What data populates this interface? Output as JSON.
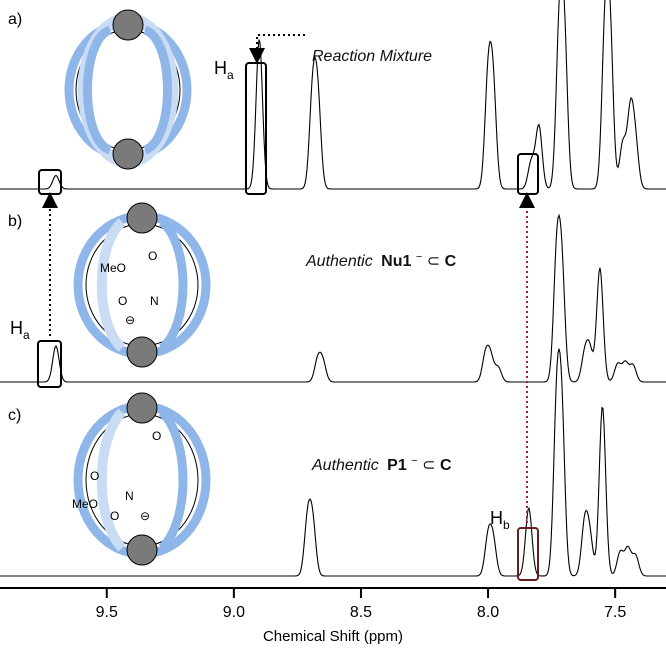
{
  "chart_data": {
    "type": "line",
    "xlabel": "Chemical Shift (ppm)",
    "xlim": [
      9.92,
      7.3
    ],
    "x_reversed": true,
    "xticks": [
      "9.5",
      "9.0",
      "8.5",
      "8.0",
      "7.5"
    ],
    "xtick_values": [
      9.5,
      9.0,
      8.5,
      8.0,
      7.5
    ],
    "panels": [
      {
        "panel_label": "a)",
        "title": "Reaction Mixture",
        "peaks": [
          {
            "ppm": 9.7,
            "height": 0.09
          },
          {
            "ppm": 8.9,
            "height": 1.0
          },
          {
            "ppm": 8.69,
            "height": 0.62
          },
          {
            "ppm": 8.67,
            "height": 0.58
          },
          {
            "ppm": 8.0,
            "height": 0.7
          },
          {
            "ppm": 7.98,
            "height": 0.65
          },
          {
            "ppm": 7.83,
            "height": 0.18
          },
          {
            "ppm": 7.8,
            "height": 0.42
          },
          {
            "ppm": 7.72,
            "height": 1.0
          },
          {
            "ppm": 7.7,
            "height": 0.96
          },
          {
            "ppm": 7.54,
            "height": 1.0
          },
          {
            "ppm": 7.52,
            "height": 0.98
          },
          {
            "ppm": 7.47,
            "height": 0.3
          },
          {
            "ppm": 7.44,
            "height": 0.5
          },
          {
            "ppm": 7.42,
            "height": 0.28
          }
        ]
      },
      {
        "panel_label": "b)",
        "title_prefix": "Authentic",
        "title_bold": "Nu1",
        "title_sup": "−",
        "title_mid": "⊂",
        "title_end": "C",
        "peaks": [
          {
            "ppm": 9.7,
            "height": 0.3
          },
          {
            "ppm": 8.67,
            "height": 0.18
          },
          {
            "ppm": 8.65,
            "height": 0.16
          },
          {
            "ppm": 8.01,
            "height": 0.22
          },
          {
            "ppm": 7.99,
            "height": 0.2
          },
          {
            "ppm": 7.96,
            "height": 0.12
          },
          {
            "ppm": 7.73,
            "height": 1.0
          },
          {
            "ppm": 7.71,
            "height": 0.9
          },
          {
            "ppm": 7.62,
            "height": 0.22
          },
          {
            "ppm": 7.6,
            "height": 0.26
          },
          {
            "ppm": 7.56,
            "height": 0.95
          },
          {
            "ppm": 7.49,
            "height": 0.15
          },
          {
            "ppm": 7.46,
            "height": 0.16
          },
          {
            "ppm": 7.43,
            "height": 0.14
          }
        ]
      },
      {
        "panel_label": "c)",
        "title_prefix": "Authentic",
        "title_bold": "P1",
        "title_sup": "−",
        "title_mid": "⊂",
        "title_end": "C",
        "peaks": [
          {
            "ppm": 8.71,
            "height": 0.32
          },
          {
            "ppm": 8.69,
            "height": 0.3
          },
          {
            "ppm": 8.0,
            "height": 0.22
          },
          {
            "ppm": 7.98,
            "height": 0.2
          },
          {
            "ppm": 7.84,
            "height": 0.4
          },
          {
            "ppm": 7.73,
            "height": 0.95
          },
          {
            "ppm": 7.71,
            "height": 0.88
          },
          {
            "ppm": 7.62,
            "height": 0.3
          },
          {
            "ppm": 7.6,
            "height": 0.22
          },
          {
            "ppm": 7.55,
            "height": 1.0
          },
          {
            "ppm": 7.48,
            "height": 0.14
          },
          {
            "ppm": 7.45,
            "height": 0.16
          },
          {
            "ppm": 7.42,
            "height": 0.12
          }
        ]
      }
    ],
    "annotations": {
      "ha_a": {
        "main": "H",
        "sub": "a"
      },
      "ha_b": {
        "main": "H",
        "sub": "a"
      },
      "hb_c": {
        "main": "H",
        "sub": "b"
      },
      "mol_b": {
        "meo": "MeO",
        "o": "O",
        "n": "N",
        "o2": "O",
        "charge": "⊖"
      },
      "mol_c": {
        "meo": "MeO",
        "o": "O",
        "n": "N",
        "o2": "O",
        "o3": "O",
        "charge": "⊖"
      }
    },
    "colors": {
      "spectrum": "#000000",
      "ring_blue": "#8fb6e8",
      "ring_inner": "#c9dcf4",
      "cap_gray": "#7a7a7a",
      "hb_box": "#7a1f1f",
      "hb_line": "#a11f3a"
    }
  }
}
